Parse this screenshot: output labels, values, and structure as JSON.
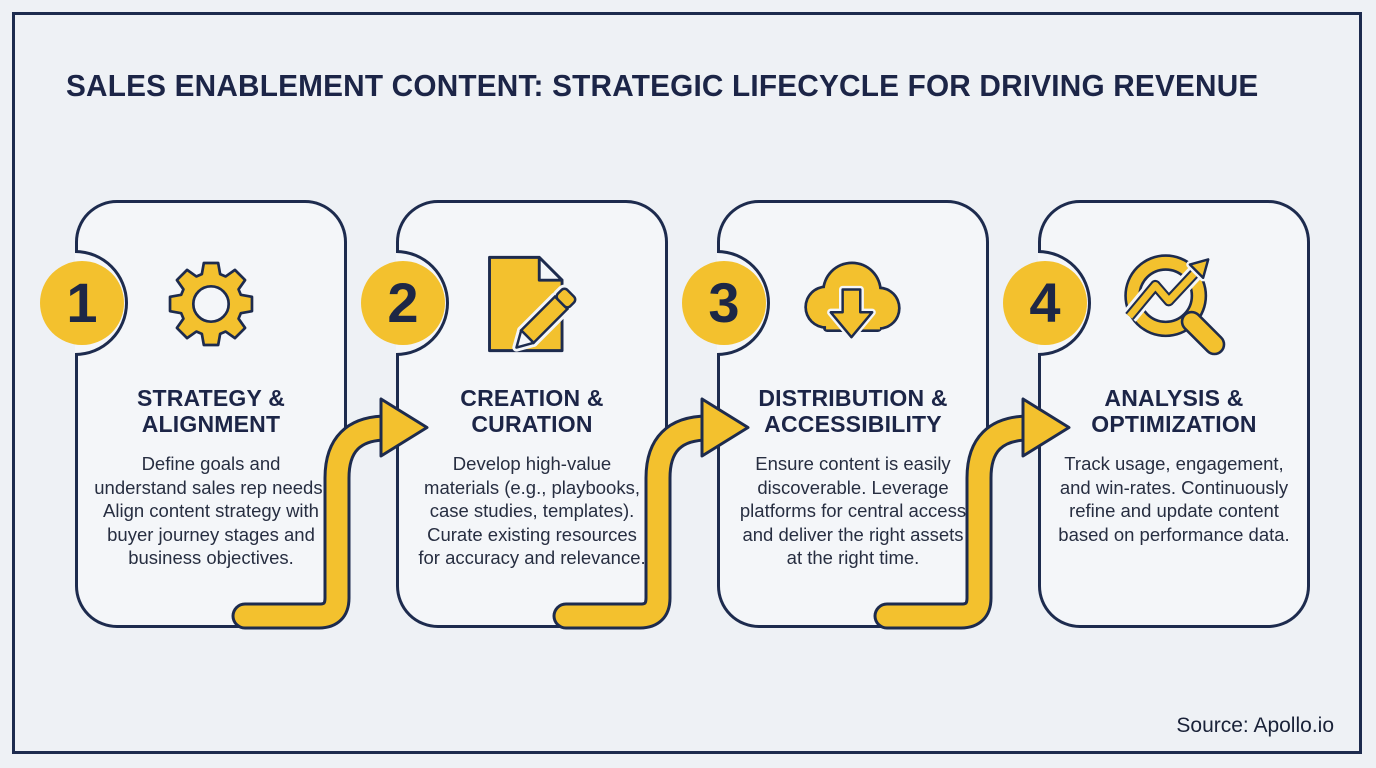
{
  "page": {
    "title": "SALES ENABLEMENT CONTENT: STRATEGIC LIFECYCLE FOR DRIVING REVENUE",
    "source": "Source: Apollo.io"
  },
  "colors": {
    "navy": "#1d2b4e",
    "yellow": "#f3c12e",
    "background": "#eef1f5",
    "card_background": "#f4f6f9"
  },
  "cards": [
    {
      "number": "1",
      "icon": "gear-icon",
      "title": "STRATEGY & ALIGNMENT",
      "description": "Define goals and understand sales rep needs. Align content strategy with buyer journey stages and business objectives."
    },
    {
      "number": "2",
      "icon": "document-pencil-icon",
      "title": "CREATION & CURATION",
      "description": "Develop high-value materials (e.g., playbooks, case studies, templates). Curate existing resources for accuracy and relevance."
    },
    {
      "number": "3",
      "icon": "cloud-download-icon",
      "title": "DISTRIBUTION & ACCESSIBILITY",
      "description": "Ensure content is easily discoverable. Leverage platforms for central access and deliver the right assets at the right time."
    },
    {
      "number": "4",
      "icon": "magnifier-trend-icon",
      "title": "ANALYSIS & OPTIMIZATION",
      "description": "Track usage, engagement, and win-rates. Continuously refine and update content based on performance data."
    }
  ]
}
